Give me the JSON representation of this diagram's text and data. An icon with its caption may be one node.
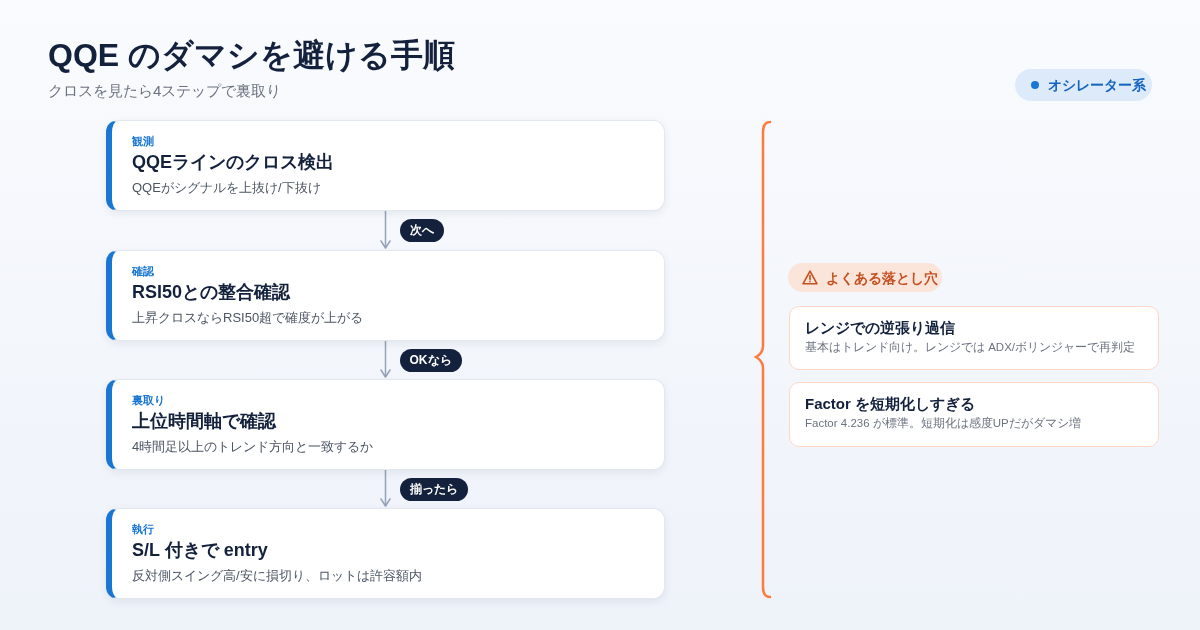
{
  "diagram": {
    "title": "QQE のダマシを避ける手順",
    "nodes": [
      {
        "text": [
          "観測",
          "QQEラインのクロス検出",
          "QQEがシグナルを上抜け/下抜け"
        ]
      },
      {
        "text": [
          "確認",
          "RSI50との整合確認",
          "上昇クロスならRSI50超で確度が上がる"
        ]
      },
      {
        "text": [
          "裏取り",
          "上位時間軸で確認",
          "4時間足以上のトレンド方向と一致するか"
        ]
      },
      {
        "text": [
          "執行",
          "S/L 付きで entry",
          "反対側スイング高/安に損切り、ロットは許容額内"
        ]
      },
      {
        "text": [
          "オシレーター系"
        ]
      },
      {
        "text": [
          "よくある落とし穴"
        ]
      },
      {
        "text": [
          "レンジでの逆張り過信",
          "基本はトレンド向け。レンジでは ADX/ボリンジャーで再判定"
        ]
      },
      {
        "text": [
          "Factor を短期化しすぎる",
          "Factor 4.236 が標準。短期化は感度UPだがダマシ増"
        ]
      }
    ],
    "edges": [
      {
        "from": 0,
        "to": 1,
        "arrow": "to",
        "label": "次へ"
      },
      {
        "from": 1,
        "to": 2,
        "arrow": "to",
        "label": "OKなら"
      },
      {
        "from": 2,
        "to": 3,
        "arrow": "to",
        "label": "揃ったら"
      }
    ],
    "labels": [
      "クロスを見たら4ステップで裏取り"
    ]
  }
}
